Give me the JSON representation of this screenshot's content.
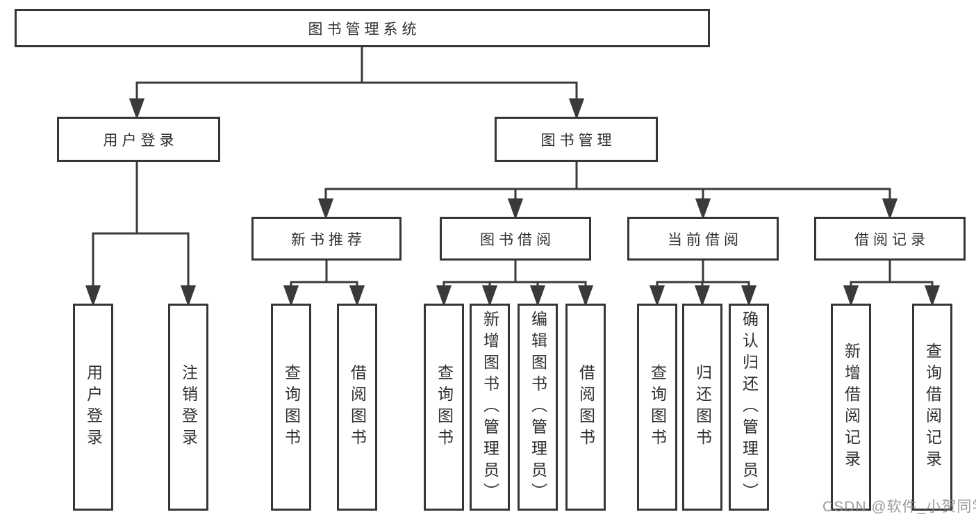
{
  "diagram": {
    "root": {
      "label": "图书管理系统"
    },
    "level2": {
      "user_login": {
        "label": "用户登录"
      },
      "book_management": {
        "label": "图书管理"
      }
    },
    "level3": {
      "new_book_recommend": {
        "label": "新书推荐"
      },
      "book_borrow": {
        "label": "图书借阅"
      },
      "current_borrow": {
        "label": "当前借阅"
      },
      "borrow_records": {
        "label": "借阅记录"
      }
    },
    "leaves": {
      "user_login": {
        "label": "用户登录"
      },
      "logout": {
        "label": "注销登录"
      },
      "recommend_query_books": {
        "label": "查询图书"
      },
      "recommend_borrow_books": {
        "label": "借阅图书"
      },
      "borrow_query_books": {
        "label": "查询图书"
      },
      "borrow_add_books": {
        "label": "新增图书（管理员）"
      },
      "borrow_edit_books": {
        "label": "编辑图书（管理员）"
      },
      "borrow_borrow_books": {
        "label": "借阅图书"
      },
      "current_query_books": {
        "label": "查询图书"
      },
      "current_return_books": {
        "label": "归还图书"
      },
      "current_confirm_return": {
        "label": "确认归还（管理员）"
      },
      "records_add_record": {
        "label": "新增借阅记录"
      },
      "records_query_record": {
        "label": "查询借阅记录"
      }
    }
  },
  "watermark": {
    "text": "CSDN @软件_小贺同学"
  },
  "colors": {
    "line": "#3a3a3a",
    "border": "#363636",
    "text": "#2f2f2f",
    "background": "#ffffff",
    "watermark": "#878a8e"
  }
}
